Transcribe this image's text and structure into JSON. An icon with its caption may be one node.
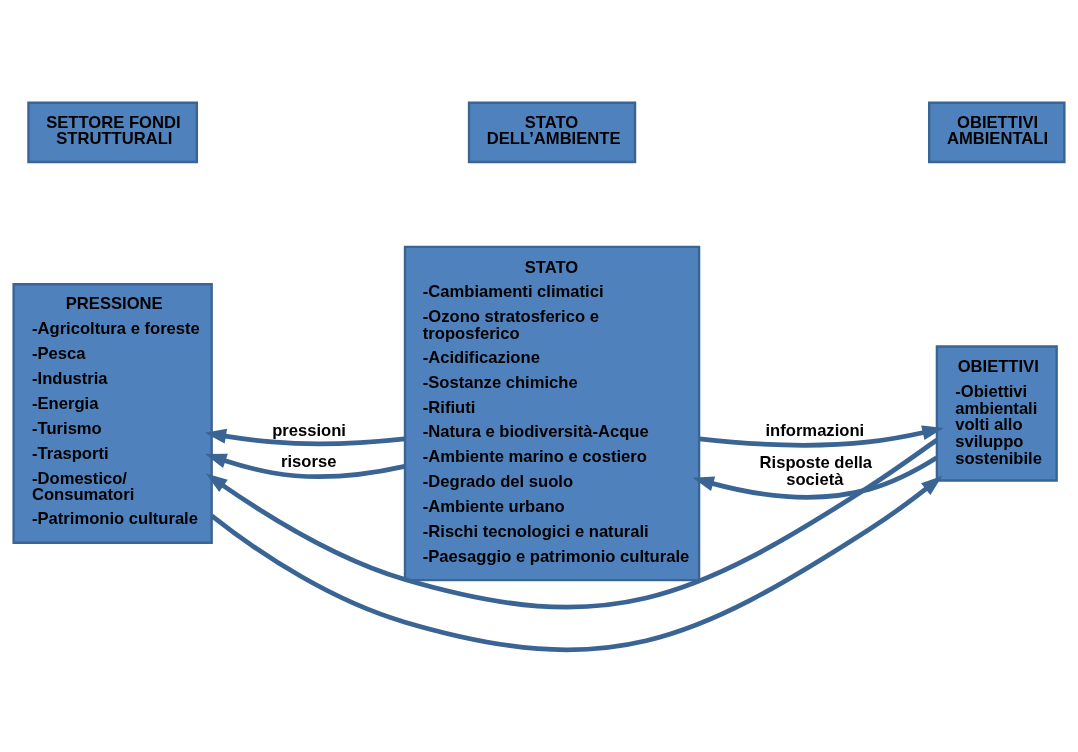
{
  "diagram": {
    "nodes": [
      {
        "text": [
          "SETTORE FONDI STRUTTURALI"
        ]
      },
      {
        "text": [
          "STATO DELL’AMBIENTE"
        ]
      },
      {
        "text": [
          "OBIETTIVI AMBIENTALI"
        ]
      },
      {
        "text": [
          "PRESSIONE",
          "-Agricoltura e foreste",
          "-Pesca",
          "-Industria",
          "-Energia",
          "-Turismo",
          "-Trasporti",
          "-Domestico/ Consumatori",
          "-Patrimonio culturale"
        ]
      },
      {
        "text": [
          "STATO",
          "-Cambiamenti climatici",
          "-Ozono stratosferico e troposferico",
          "-Acidificazione",
          "-Sostanze chimiche",
          "-Rifiuti",
          "-Natura e biodiversità-Acque",
          "-Ambiente marino e costiero",
          "-Degrado del suolo",
          "-Ambiente urbano",
          "-Rischi tecnologici e naturali",
          "-Paesaggio e patrimonio culturale"
        ]
      },
      {
        "text": [
          "OBIETTIVI",
          "-Obiettivi ambientali volti allo sviluppo sostenibile"
        ]
      }
    ],
    "edges": [
      {
        "from": 3,
        "to": 5,
        "arrow": "to"
      },
      {
        "from": 4,
        "to": 3,
        "arrow": "to",
        "label": "pressioni"
      },
      {
        "from": 4,
        "to": 5,
        "arrow": "to",
        "label": "informazioni"
      },
      {
        "from": 5,
        "to": 4,
        "arrow": "to",
        "label": "Risposte della società"
      },
      {
        "from": 4,
        "to": 3,
        "arrow": "to",
        "label": "risorse"
      },
      {
        "from": 5,
        "to": 3,
        "arrow": "to"
      }
    ]
  }
}
